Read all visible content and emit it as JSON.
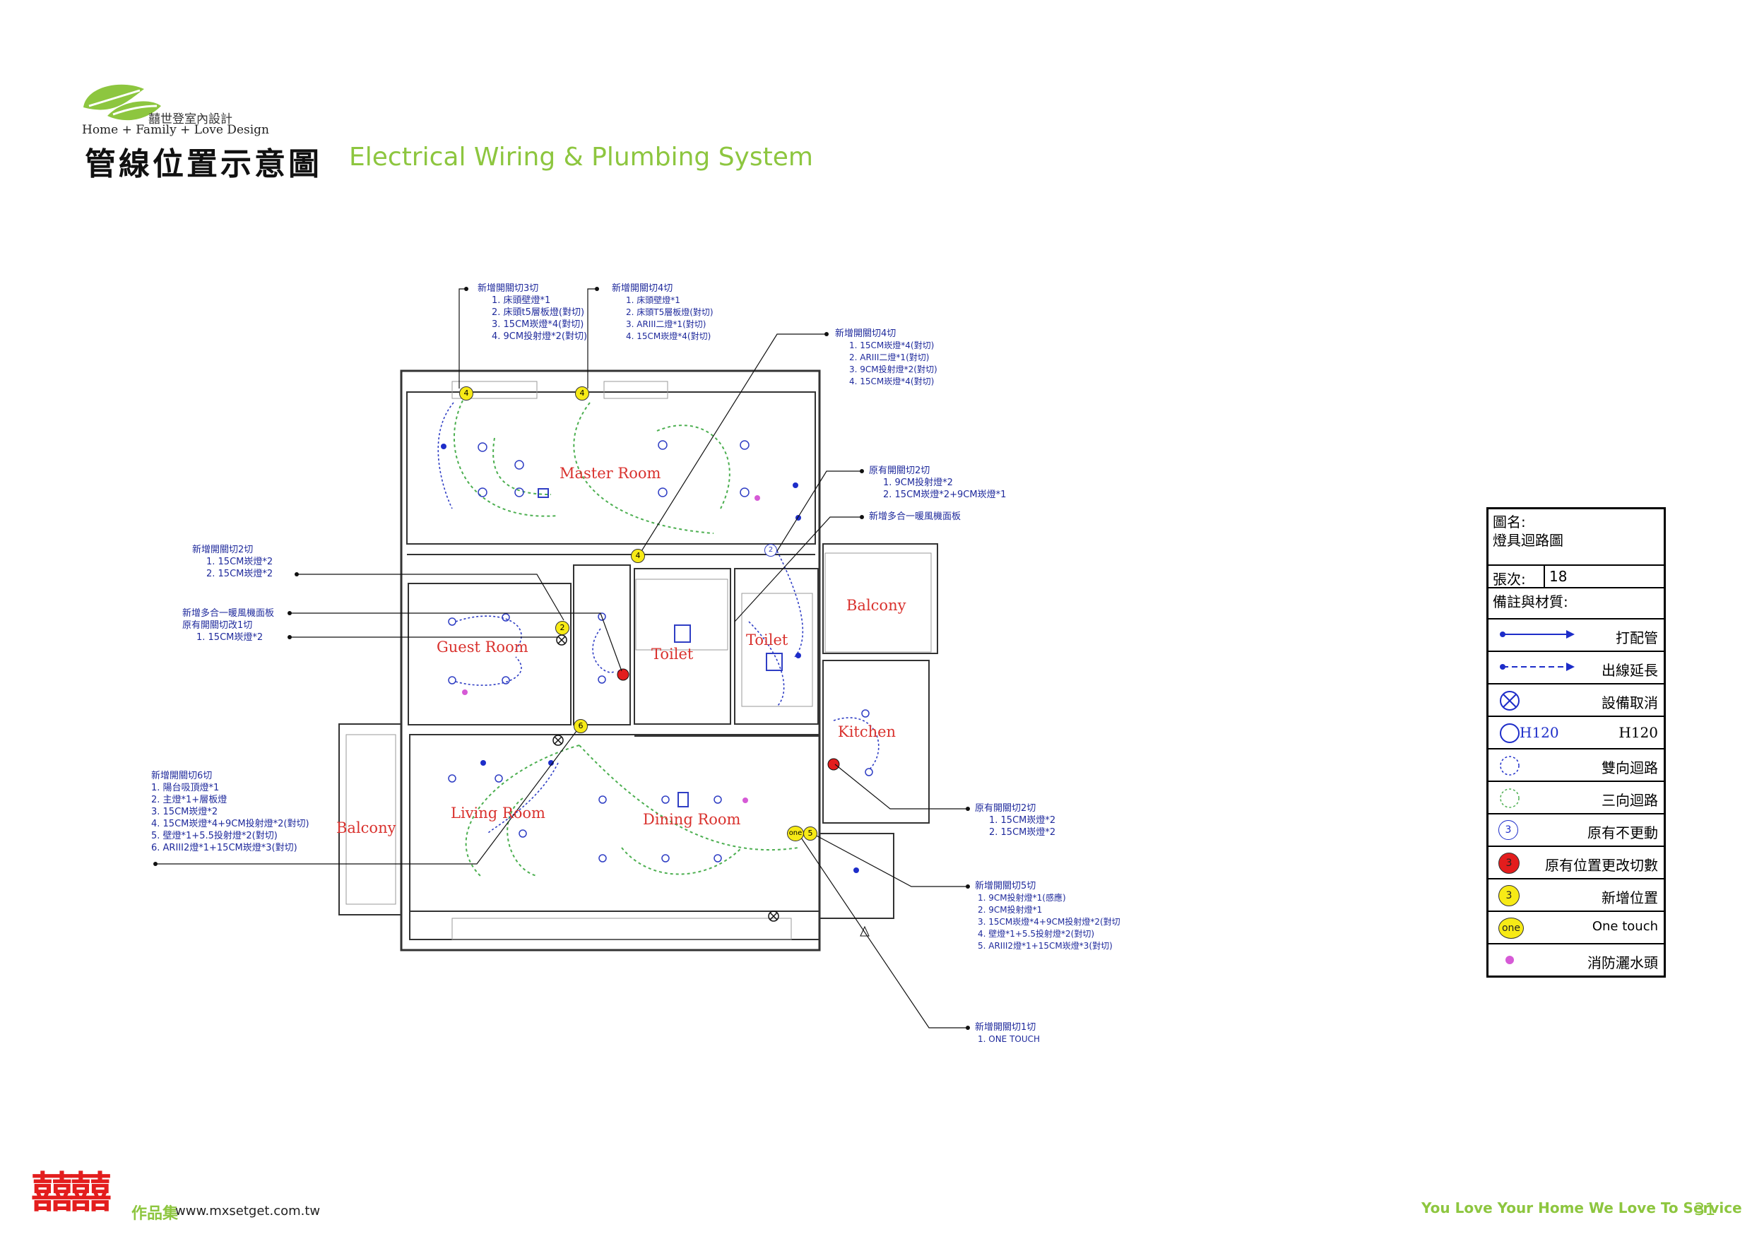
{
  "brand": {
    "company_cn": "囍世登室內設計",
    "company_en": "Home + Family + Love Design",
    "title_cn": "管線位置示意圖",
    "title_en": "Electrical Wiring & Plumbing System",
    "footer_logo": "囍囍",
    "footer_label": "作品集",
    "footer_url": "www.mxsetget.com.tw",
    "slogan": "You Love Your Home We Love To Service",
    "page_number": "31",
    "accent_color": "#8dc63f"
  },
  "rooms": {
    "master": "Master Room",
    "guest": "Guest Room",
    "toilet1": "Toilet",
    "toilet2": "Toilet",
    "balcony_right": "Balcony",
    "kitchen": "Kitchen",
    "living": "Living Room",
    "dining": "Dining Room",
    "balcony_left": "Balcony"
  },
  "markers": {
    "m1": "4",
    "m2": "4",
    "m3": "4",
    "m4": "2",
    "m5": "6",
    "m6": "5",
    "m7": "one",
    "m8": "2"
  },
  "notes": {
    "n1": {
      "title": "新增開關切3切",
      "items": [
        "1. 床頭壁燈*1",
        "2. 床頭t5層板燈(對切)",
        "3. 15CM崁燈*4(對切)",
        "4. 9CM投射燈*2(對切)"
      ]
    },
    "n2": {
      "title": "新增開關切4切",
      "items": [
        "1. 床頭壁燈*1",
        "2. 床頭T5層板燈(對切)",
        "3. ARIII二燈*1(對切)",
        "4. 15CM崁燈*4(對切)"
      ]
    },
    "n3": {
      "title": "新增開關切4切",
      "items": [
        "1. 15CM崁燈*4(對切)",
        "2. ARIII二燈*1(對切)",
        "3. 9CM投射燈*2(對切)",
        "4. 15CM崁燈*4(對切)"
      ]
    },
    "n4": {
      "title": "原有開關切2切",
      "items": [
        "1. 9CM投射燈*2",
        "2. 15CM崁燈*2+9CM崁燈*1"
      ]
    },
    "n5": {
      "title": "新增多合一暖風機面板",
      "items": []
    },
    "n6": {
      "title": "新增開關切2切",
      "items": [
        "1. 15CM崁燈*2",
        "2. 15CM崁燈*2"
      ]
    },
    "n7": {
      "title": "新增多合一暖風機面板",
      "items": []
    },
    "n7b": {
      "title": "原有開關切改1切",
      "items": [
        "1. 15CM崁燈*2"
      ]
    },
    "n8": {
      "title": "新增開關切6切",
      "items": [
        "1. 陽台吸頂燈*1",
        "2. 主燈*1+層板燈",
        "3. 15CM崁燈*2",
        "4. 15CM崁燈*4+9CM投射燈*2(對切)",
        "5. 壁燈*1+5.5投射燈*2(對切)",
        "6. ARIII2燈*1+15CM崁燈*3(對切)"
      ]
    },
    "n9": {
      "title": "原有開關切2切",
      "items": [
        "1. 15CM崁燈*2",
        "2. 15CM崁燈*2"
      ]
    },
    "n10": {
      "title": "新增開關切5切",
      "items": [
        "1. 9CM投射燈*1(感應)",
        "2. 9CM投射燈*1",
        "3. 15CM崁燈*4+9CM投射燈*2(對切",
        "4. 壁燈*1+5.5投射燈*2(對切)",
        "5. ARIII2燈*1+15CM崁燈*3(對切)"
      ]
    },
    "n11": {
      "title": "新增開關切1切",
      "items": [
        "1. ONE TOUCH"
      ]
    }
  },
  "legend": {
    "name_label": "圖名:",
    "name_value": "燈具迴路圖",
    "sheet_label": "張次:",
    "sheet_value": "18",
    "remarks_label": "備註與材質:",
    "items": [
      {
        "label": "打配管",
        "icon": "solid-arrow-icon"
      },
      {
        "label": "出線延長",
        "icon": "dashed-arrow-icon"
      },
      {
        "label": "設備取消",
        "icon": "crossed-circle-icon"
      },
      {
        "label": "H120",
        "icon": "outlet-icon",
        "symbol_text": "H120"
      },
      {
        "label": "雙向迴路",
        "icon": "dotted-blue-circle-icon"
      },
      {
        "label": "三向迴路",
        "icon": "dotted-green-circle-icon"
      },
      {
        "label": "原有不更動",
        "icon": "blue-number-icon",
        "symbol_text": "3"
      },
      {
        "label": "原有位置更改切數",
        "icon": "red-number-icon",
        "symbol_text": "3"
      },
      {
        "label": "新增位置",
        "icon": "yellow-number-icon",
        "symbol_text": "3"
      },
      {
        "label": "One touch",
        "icon": "one-touch-icon",
        "symbol_text": "one"
      },
      {
        "label": "消防灑水頭",
        "icon": "sprinkler-icon"
      }
    ]
  }
}
